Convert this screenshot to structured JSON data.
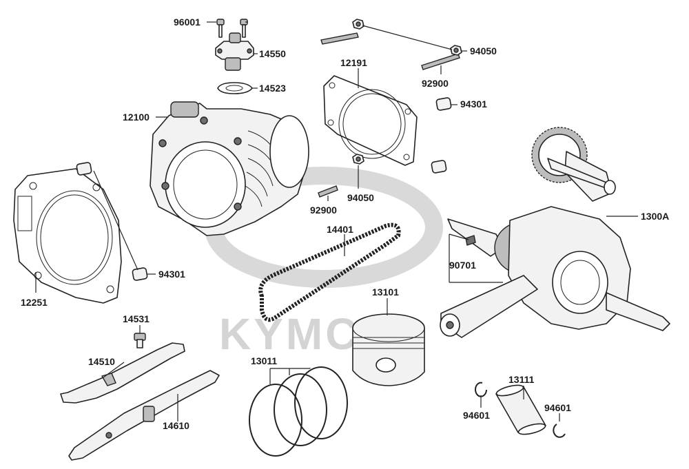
{
  "watermark": {
    "brand": "KYMCO"
  },
  "parts": {
    "p96001": "96001",
    "p14550": "14550",
    "p14523": "14523",
    "p12100": "12100",
    "p12191": "12191",
    "p94050_top": "94050",
    "p92900_top": "92900",
    "p94301_right": "94301",
    "p92900_mid": "92900",
    "p94050_mid": "94050",
    "p14401": "14401",
    "p1300A": "1300A",
    "p90701": "90701",
    "p94301_left": "94301",
    "p12251": "12251",
    "p14531": "14531",
    "p14510": "14510",
    "p13101": "13101",
    "p13011": "13011",
    "p14610": "14610",
    "p13111": "13111",
    "p94601_left": "94601",
    "p94601_right": "94601"
  }
}
